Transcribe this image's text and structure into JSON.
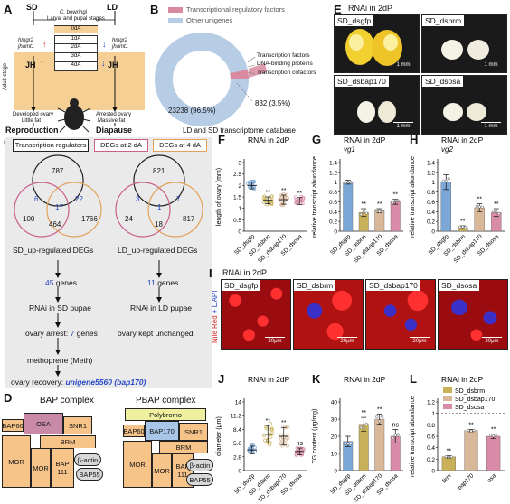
{
  "panels": {
    "A": "A",
    "B": "B",
    "C": "C",
    "D": "D",
    "E": "E",
    "F": "F",
    "G": "G",
    "H": "H",
    "I": "I",
    "J": "J",
    "K": "K",
    "L": "L"
  },
  "a": {
    "sd": "SD",
    "ld": "LD",
    "species": "C. bowringi",
    "stage": "Larval and pupal stages",
    "adult": "Adult stage",
    "days": [
      "0dA",
      "1dA",
      "2dA",
      "3dA",
      "4dA"
    ],
    "gene1": "hmgr2",
    "gene2": "jhamt1",
    "jh": "JH",
    "out_sd": "Developed ovary",
    "out_sd2": "Little fat",
    "out_ld": "Arrested ovary",
    "out_ld2": "Massive fat",
    "repro": "Reproduction",
    "diapause": "Diapause"
  },
  "b": {
    "legend": [
      "Transcriptional regulatory factors",
      "Other unigenes"
    ],
    "colors": {
      "trf": "#d98aa0",
      "other": "#b7cde6"
    },
    "big": "23238 (96.5%)",
    "small": "832 (3.5%)",
    "callouts": [
      "Transcription factors",
      "DNA-binding proteins",
      "Transcription cofactors"
    ],
    "caption": "LD and SD transcriptome database"
  },
  "c": {
    "legend": [
      "Transcription regulators",
      "DEGs at 2 dA",
      "DEGs at 4 dA"
    ],
    "sd_venn": [
      "787",
      "6",
      "17",
      "22",
      "100",
      "464",
      "1766"
    ],
    "ld_venn": [
      "821",
      "3",
      "1",
      "7",
      "24",
      "18",
      "817"
    ],
    "sd_title": "SD_up-regulated DEGs",
    "ld_title": "LD_up-regulated DEGs",
    "sd_num": "45",
    "ld_num": "11",
    "genes": " genes",
    "sd_rnai": "RNAi in SD pupae",
    "ld_rnai": "RNAi in LD pupae",
    "arrest_pre": "ovary arrest: ",
    "arrest_num": "7",
    "arrest_post": " genes",
    "kept": "ovary kept unchanged",
    "meth": "methoprene (Meth)",
    "recov_pre": "ovary recovery: ",
    "recov_gene": "unigene5560 (bap170)"
  },
  "d": {
    "bap_title": "BAP complex",
    "pbap_title": "PBAP complex",
    "bap": [
      "BAP60",
      "OSA",
      "SNR1",
      "BRM",
      "MOR",
      "MOR",
      "BAP 111",
      "β-actin",
      "BAP55"
    ],
    "pbap": [
      "Polybromo",
      "BAP60",
      "BAP170",
      "SNR1",
      "BRM",
      "MOR",
      "MOR",
      "BAP 111",
      "β-actin",
      "BAP55"
    ]
  },
  "e": {
    "title": "RNAi in 2dP",
    "panes": [
      "SD_dsgfp",
      "SD_dsbrm",
      "SD_dsbap170",
      "SD_dsosa"
    ],
    "scale": "1 mm"
  },
  "i": {
    "title": "RNAi in 2dP",
    "panes": [
      "SD_dsgfp",
      "SD_dsbrm",
      "SD_dsbap170",
      "SD_dsosa"
    ],
    "scale": "20μm",
    "side1": "Nile Red",
    "side2": " + DAPI"
  },
  "chart_data": [
    {
      "panel": "F",
      "type": "scatter",
      "title": "RNAi in 2dP",
      "ylabel": "length of ovary (mm)",
      "ylim": [
        0,
        3
      ],
      "yticks": [
        0,
        0.5,
        1,
        1.5,
        2,
        2.5,
        3
      ],
      "categories": [
        "SD_dsgfp",
        "SD_dsbrm",
        "SD_dsbap170",
        "SD_dsosa"
      ],
      "values": [
        2.0,
        1.35,
        1.38,
        1.32
      ],
      "err": [
        0.15,
        0.15,
        0.2,
        0.15
      ],
      "sig": [
        "",
        "**",
        "**",
        "**"
      ],
      "colors": [
        "#7ba7d6",
        "#c9b15a",
        "#d9b89a",
        "#d88ca8"
      ]
    },
    {
      "panel": "G",
      "type": "bar",
      "title": "RNAi in 2dP",
      "subtitle": "vg1",
      "ylabel": "relative transcript abundance",
      "ylim": [
        0,
        1.4
      ],
      "yticks": [
        0,
        0.2,
        0.4,
        0.6,
        0.8,
        1,
        1.2,
        1.4
      ],
      "categories": [
        "SD_dsgfp",
        "SD_dsbrm",
        "SD_dsbap170",
        "SD_dsosa"
      ],
      "values": [
        1.0,
        0.38,
        0.42,
        0.6
      ],
      "err": [
        0.04,
        0.08,
        0.04,
        0.05
      ],
      "sig": [
        "",
        "**",
        "**",
        "**"
      ],
      "colors": [
        "#7ba7d6",
        "#c9b15a",
        "#d9b89a",
        "#d88ca8"
      ]
    },
    {
      "panel": "H",
      "type": "bar",
      "title": "RNAi in 2dP",
      "subtitle": "vg2",
      "ylabel": "relative transcript abundance",
      "ylim": [
        0,
        1.4
      ],
      "yticks": [
        0,
        0.2,
        0.4,
        0.6,
        0.8,
        1,
        1.2,
        1.4
      ],
      "categories": [
        "SD_dsgfp",
        "SD_dsbrm",
        "SD_dsbap170",
        "SD_dsosa"
      ],
      "values": [
        1.0,
        0.08,
        0.48,
        0.38
      ],
      "err": [
        0.15,
        0.03,
        0.08,
        0.08
      ],
      "sig": [
        "",
        "**",
        "**",
        "**"
      ],
      "colors": [
        "#7ba7d6",
        "#c9b15a",
        "#d9b89a",
        "#d88ca8"
      ]
    },
    {
      "panel": "J",
      "type": "scatter",
      "title": "RNAi in 2dP",
      "ylabel": "diameter (μm)",
      "ylim": [
        0,
        14
      ],
      "yticks": [
        0,
        2.8,
        5.6,
        8.4,
        11.2,
        14.0
      ],
      "categories": [
        "SD_dsgfp",
        "SD_dsbrm",
        "SD_dsbap170",
        "SD_dsosa"
      ],
      "values": [
        4.2,
        7.4,
        7.0,
        3.9
      ],
      "err": [
        0.8,
        1.8,
        1.8,
        0.7
      ],
      "sig": [
        "",
        "**",
        "**",
        "ns"
      ],
      "colors": [
        "#7ba7d6",
        "#c9b15a",
        "#d9b89a",
        "#d88ca8"
      ]
    },
    {
      "panel": "K",
      "type": "bar",
      "title": "RNAi in 2dP",
      "ylabel": "TG content (μg/mg)",
      "ylim": [
        0,
        40
      ],
      "yticks": [
        0,
        10,
        20,
        30,
        40
      ],
      "categories": [
        "SD_dsgfp",
        "SD_dsbrm",
        "SD_dsbap170",
        "SD_dsosa"
      ],
      "values": [
        17,
        27,
        30,
        20
      ],
      "err": [
        3,
        4,
        3,
        4
      ],
      "sig": [
        "",
        "**",
        "**",
        "ns"
      ],
      "colors": [
        "#7ba7d6",
        "#c9b15a",
        "#d9b89a",
        "#d88ca8"
      ]
    },
    {
      "panel": "L",
      "type": "bar",
      "title": "RNAi in 2dP",
      "ylabel": "relative transcript abundance",
      "ylim": [
        0,
        1.2
      ],
      "yticks": [
        0,
        0.2,
        0.4,
        0.6,
        0.8,
        1.0,
        1.2
      ],
      "categories": [
        "brm",
        "bap170",
        "osa"
      ],
      "values": [
        0.24,
        0.7,
        0.6
      ],
      "err": [
        0.02,
        0.02,
        0.04
      ],
      "sig": [
        "**",
        "**",
        "**"
      ],
      "colors": [
        "#c9b15a",
        "#d9b89a",
        "#d88ca8"
      ],
      "legend": [
        "SD_dsbrm",
        "SD_dsbap170",
        "SD_dsosa"
      ]
    }
  ]
}
